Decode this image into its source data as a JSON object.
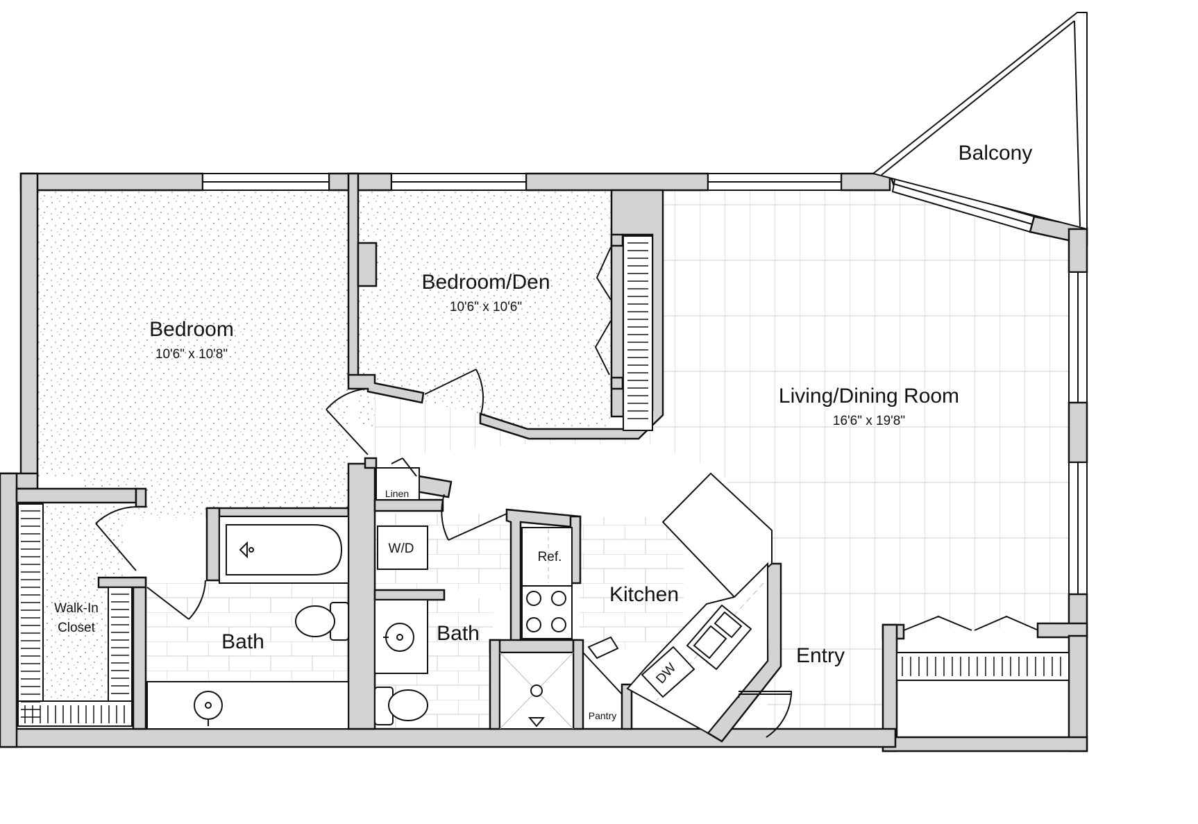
{
  "rooms": {
    "bedroom": {
      "name": "Bedroom",
      "dims": "10'6\" x 10'8\""
    },
    "bedroom_den": {
      "name": "Bedroom/Den",
      "dims": "10'6\" x 10'6\""
    },
    "living": {
      "name": "Living/Dining Room",
      "dims": "16'6\" x 19'8\""
    },
    "balcony": {
      "name": "Balcony"
    },
    "kitchen": {
      "name": "Kitchen"
    },
    "bath1": {
      "name": "Bath"
    },
    "bath2": {
      "name": "Bath"
    },
    "entry": {
      "name": "Entry"
    },
    "walkin": {
      "line1": "Walk-In",
      "line2": "Closet"
    },
    "linen": {
      "name": "Linen"
    },
    "pantry": {
      "name": "Pantry"
    }
  },
  "fixtures": {
    "wd": "W/D",
    "ref": "Ref.",
    "dw": "DW"
  },
  "colors": {
    "wall": "#d3d3d3",
    "line": "#111111",
    "background": "#ffffff"
  }
}
